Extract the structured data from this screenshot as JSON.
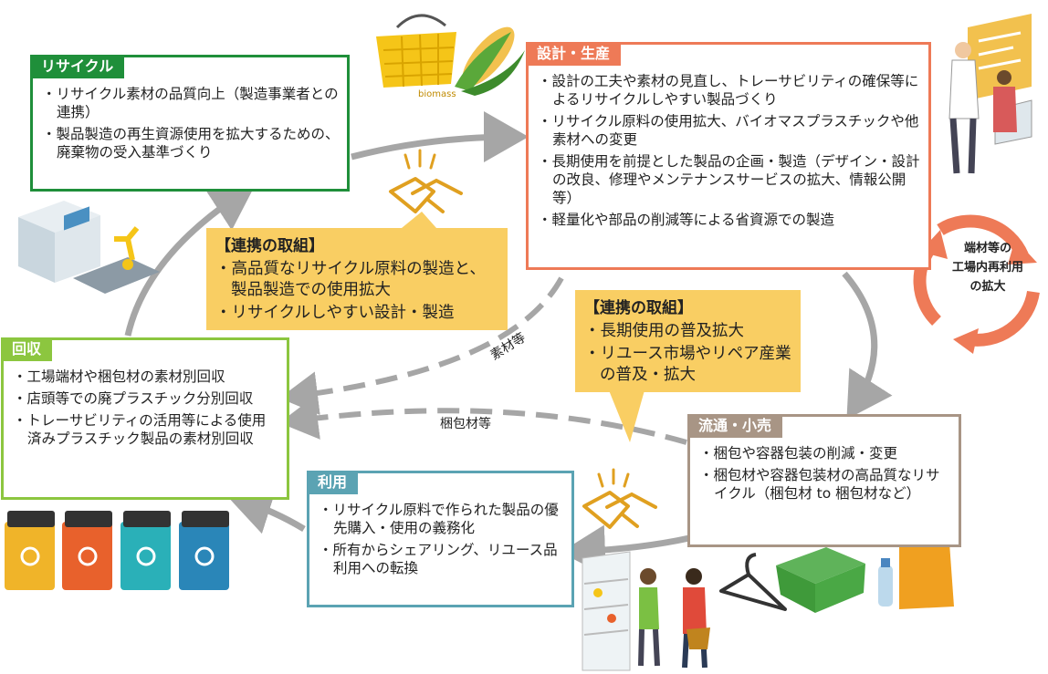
{
  "recycle": {
    "tag": "リサイクル",
    "items": [
      "リサイクル素材の品質向上（製造事業者との連携）",
      "製品製造の再生資源使用を拡大するための、廃棄物の受入基準づくり"
    ]
  },
  "design": {
    "tag": "設計・生産",
    "items": [
      "設計の工夫や素材の見直し、トレーサビリティの確保等によるリサイクルしやすい製品づくり",
      "リサイクル原料の使用拡大、バイオマスプラスチックや他素材への変更",
      "長期使用を前提とした製品の企画・製造（デザイン・設計の改良、修理やメンテナンスサービスの拡大、情報公開等）",
      "軽量化や部品の削減等による省資源での製造"
    ]
  },
  "collect": {
    "tag": "回収",
    "items": [
      "工場端材や梱包材の素材別回収",
      "店頭等での廃プラスチック分別回収",
      "トレーサビリティの活用等による使用済みプラスチック製品の素材別回収"
    ]
  },
  "use": {
    "tag": "利用",
    "items": [
      "リサイクル原料で作られた製品の優先購入・使用の義務化",
      "所有からシェアリング、リユース品利用への転換"
    ]
  },
  "retail": {
    "tag": "流通・小売",
    "items": [
      "梱包や容器包装の削減・変更",
      "梱包材や容器包装材の高品質なリサイクル（梱包材 to 梱包材など）"
    ]
  },
  "collab1": {
    "title": "【連携の取組】",
    "items": [
      "高品質なリサイクル原料の製造と、製品製造での使用拡大",
      "リサイクルしやすい設計・製造"
    ]
  },
  "collab2": {
    "title": "【連携の取組】",
    "items": [
      "長期使用の普及拡大",
      "リユース市場やリペア産業の普及・拡大"
    ]
  },
  "labels": {
    "materials": "素材等",
    "packaging": "梱包材等",
    "biomass": "biomass"
  },
  "cycle": {
    "lines": [
      "端材等の",
      "工場内再利用",
      "の拡大"
    ]
  },
  "colors": {
    "recycle": "#1f8f3a",
    "design": "#ee7a57",
    "collect": "#8cc63f",
    "use": "#5ba3b3",
    "retail": "#a89585",
    "collab": "#f9ce63",
    "arrow": "#a6a6a6"
  },
  "icons": [
    "basket-icon",
    "corn-icon",
    "factory-robot-icon",
    "engineer-icon",
    "handshake-icon",
    "recycle-bin-icon",
    "hanger-icon",
    "crate-icon",
    "bottle-icon",
    "jerrycan-icon",
    "shoppers-icon"
  ]
}
